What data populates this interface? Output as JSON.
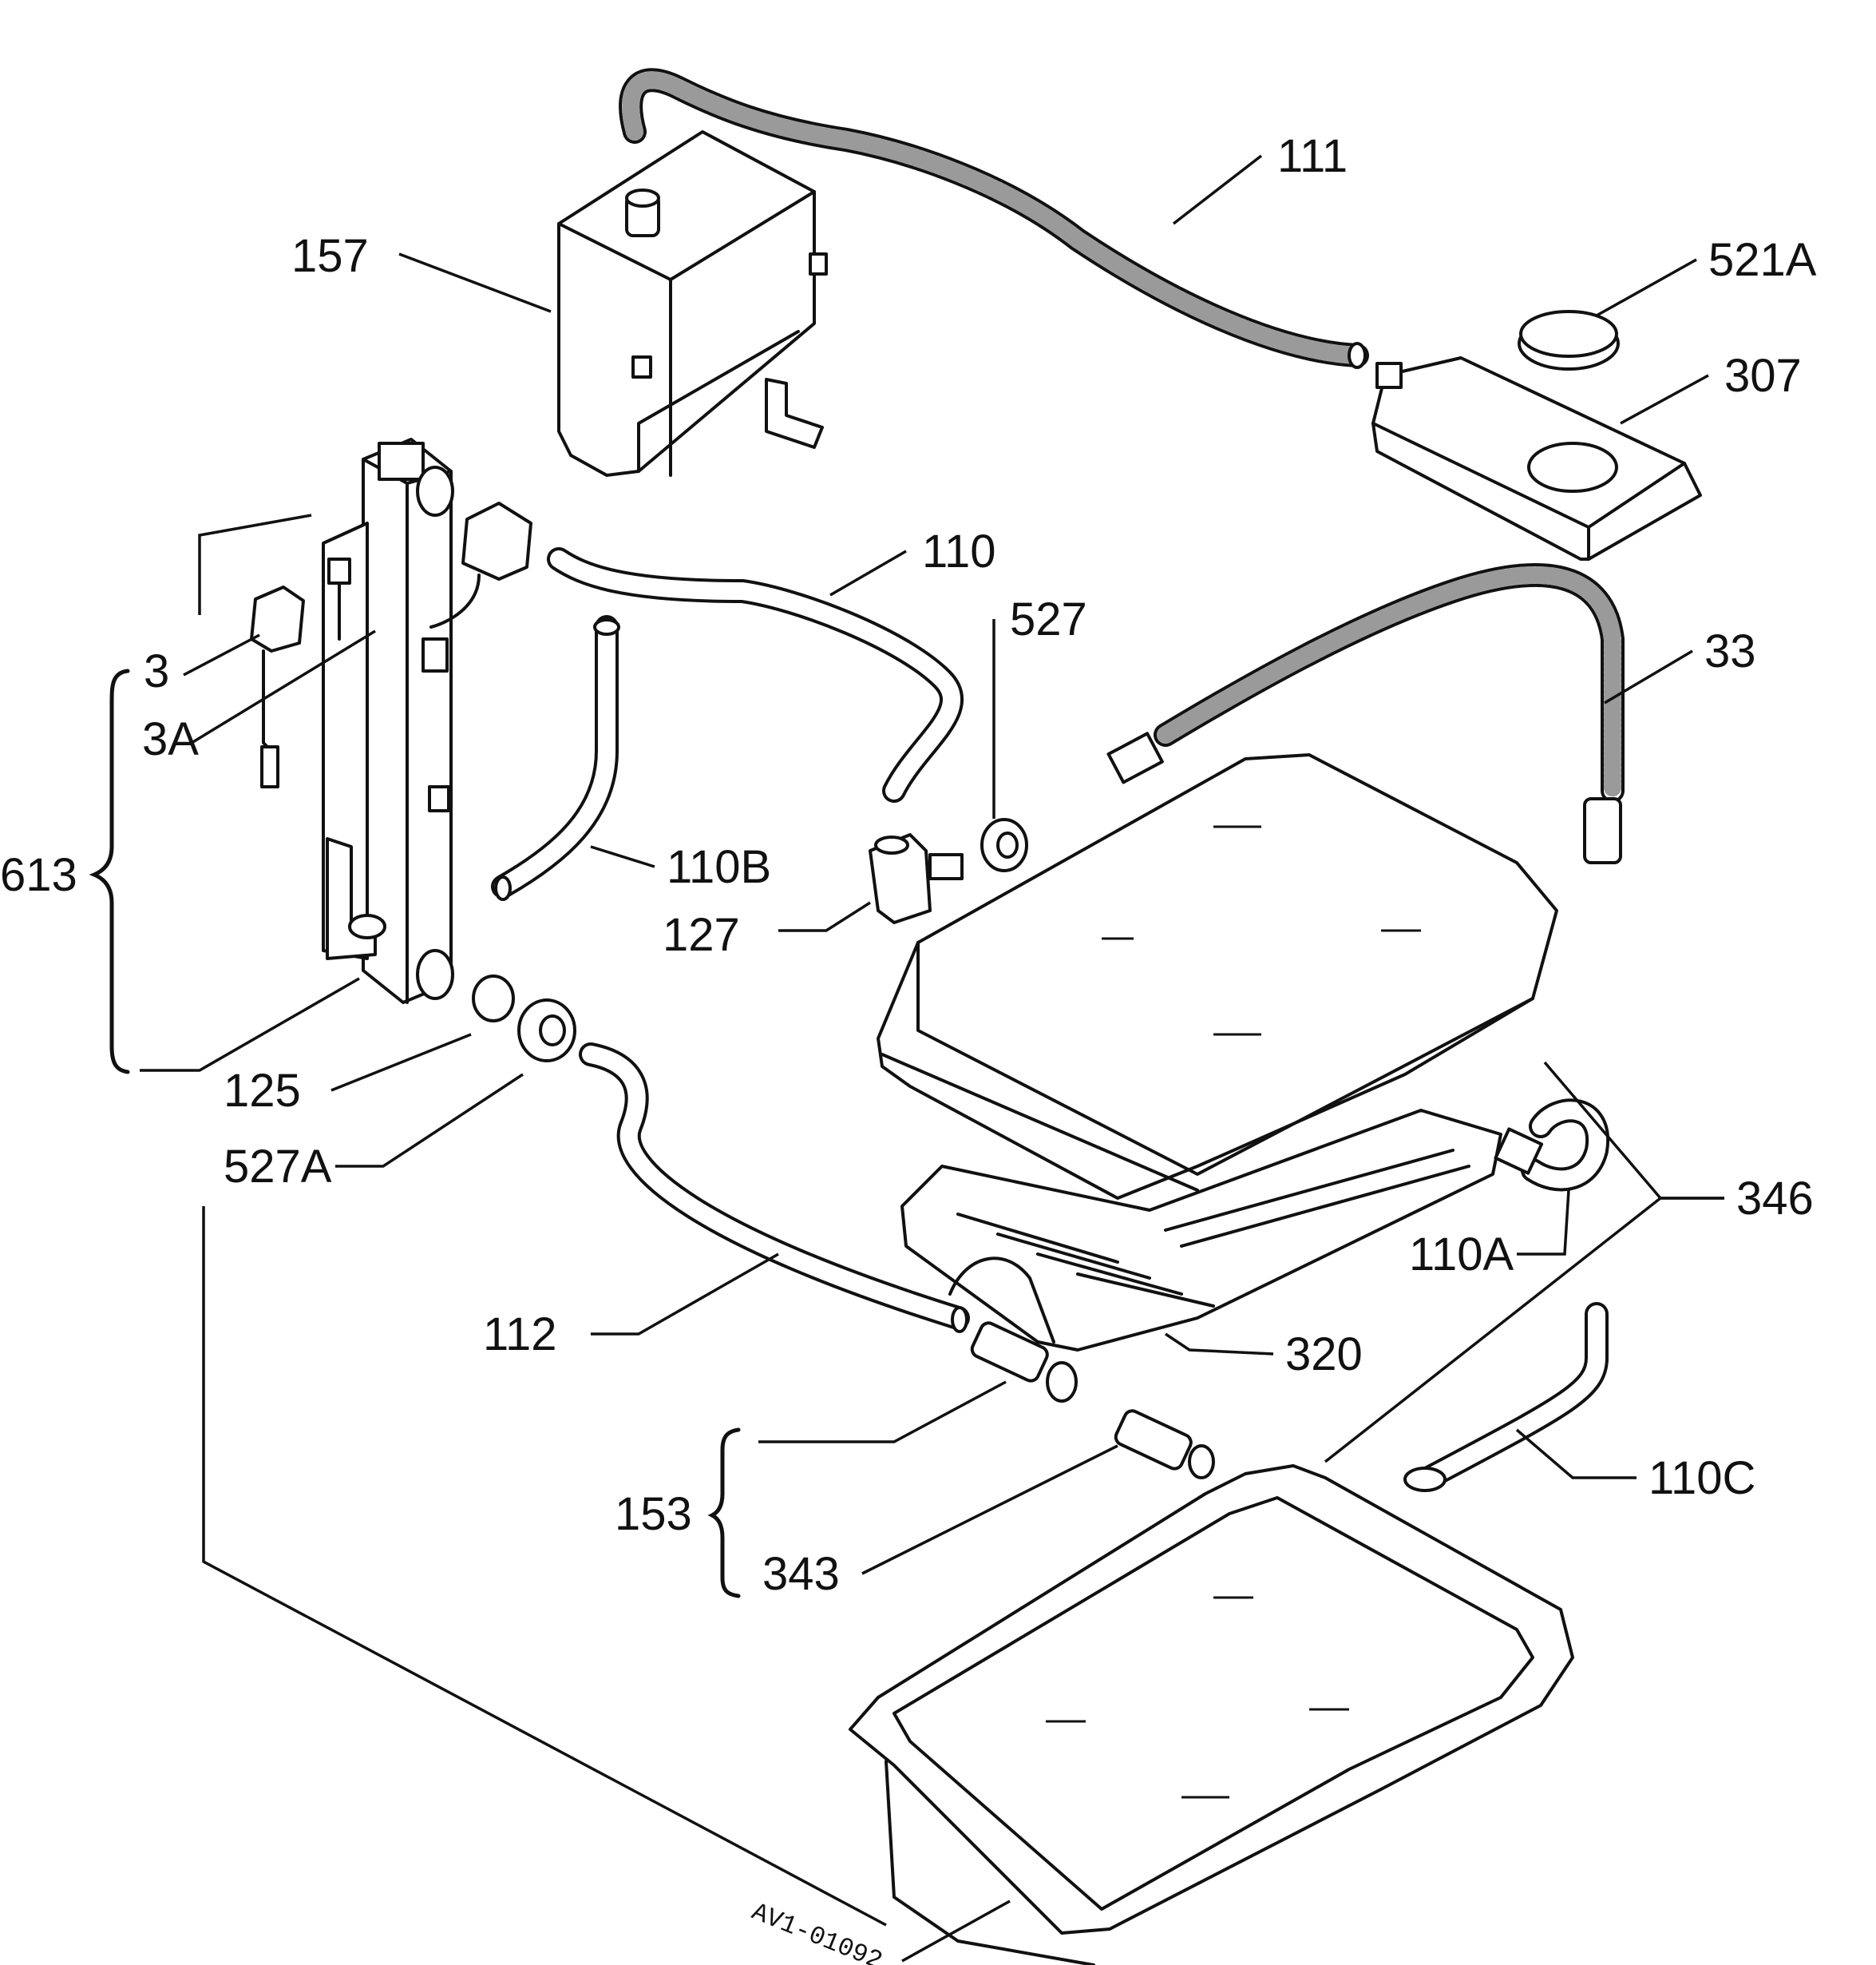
{
  "labels": {
    "l111": "111",
    "l157": "157",
    "l521A": "521A",
    "l307": "307",
    "l110": "110",
    "l527": "527",
    "l33": "33",
    "l3": "3",
    "l3A": "3A",
    "l613": "613",
    "l110B": "110B",
    "l127": "127",
    "l125": "125",
    "l527A": "527A",
    "l346": "346",
    "l110A": "110A",
    "l112": "112",
    "l320": "320",
    "l153": "153",
    "l343": "343",
    "l110C": "110C"
  },
  "reference": "AV1-01092"
}
